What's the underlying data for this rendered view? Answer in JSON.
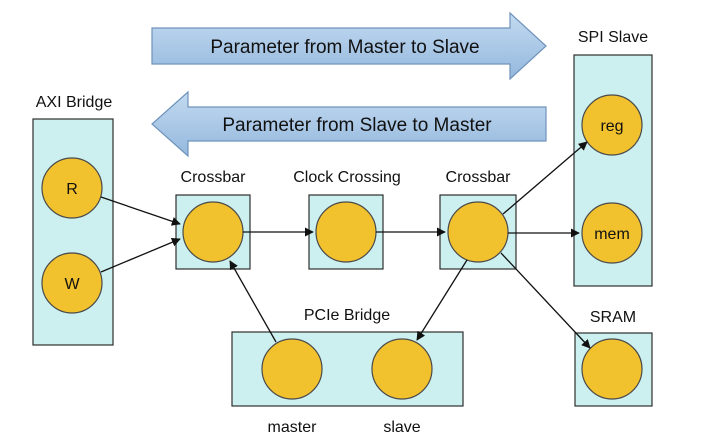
{
  "banners": {
    "master_to_slave": "Parameter from Master to Slave",
    "slave_to_master": "Parameter from Slave to Master"
  },
  "blocks": {
    "axi_bridge": {
      "title": "AXI Bridge",
      "port_r": "R",
      "port_w": "W"
    },
    "crossbar_left": {
      "title": "Crossbar"
    },
    "clock_crossing": {
      "title": "Clock Crossing"
    },
    "crossbar_right": {
      "title": "Crossbar"
    },
    "spi_slave": {
      "title": "SPI Slave",
      "port_reg": "reg",
      "port_mem": "mem"
    },
    "sram": {
      "title": "SRAM"
    },
    "pcie_bridge": {
      "title": "PCIe Bridge",
      "port_master": "master",
      "port_slave": "slave"
    }
  },
  "colors": {
    "box_fill": "#ccefef",
    "box_stroke": "#2e2e2e",
    "node_fill": "#f2c12e",
    "node_stroke": "#4a4a4a",
    "banner_fill": "#a9c8e8",
    "banner_stroke": "#6f93bb",
    "edge": "#111111"
  }
}
